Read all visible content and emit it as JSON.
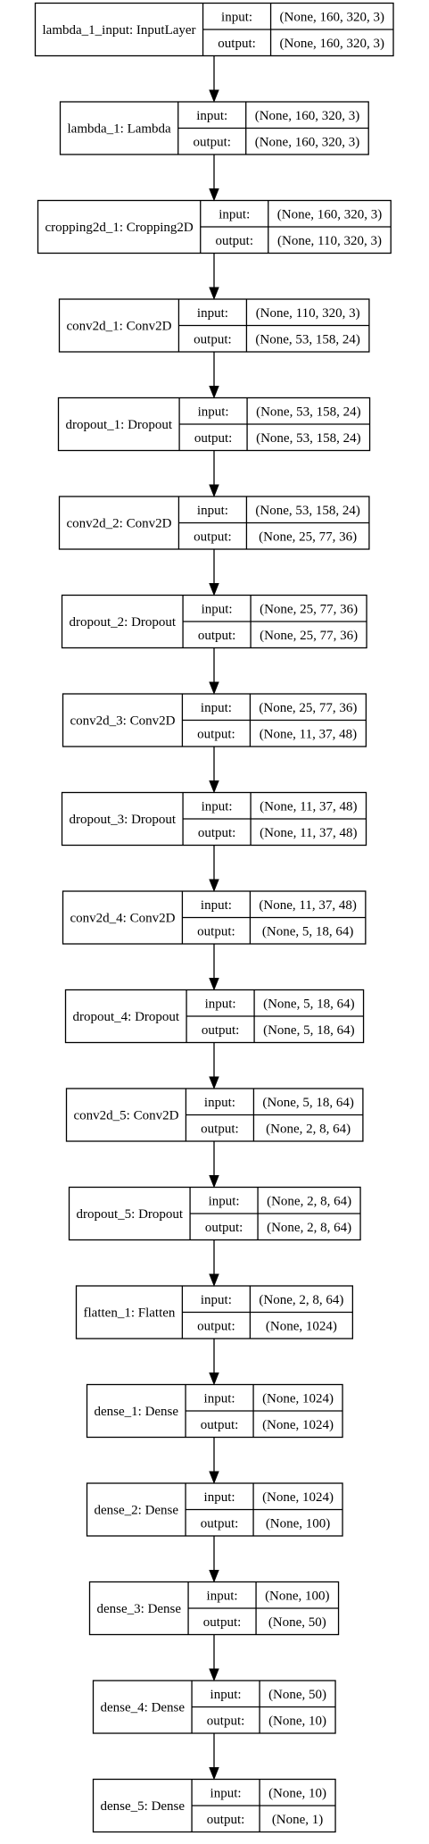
{
  "diagram": {
    "type": "keras-model-graph",
    "layers": [
      {
        "name": "lambda_1_input: InputLayer",
        "input_label": "input:",
        "output_label": "output:",
        "input": "(None, 160, 320, 3)",
        "output": "(None, 160, 320, 3)"
      },
      {
        "name": "lambda_1: Lambda",
        "input_label": "input:",
        "output_label": "output:",
        "input": "(None, 160, 320, 3)",
        "output": "(None, 160, 320, 3)"
      },
      {
        "name": "cropping2d_1: Cropping2D",
        "input_label": "input:",
        "output_label": "output:",
        "input": "(None, 160, 320, 3)",
        "output": "(None, 110, 320, 3)"
      },
      {
        "name": "conv2d_1: Conv2D",
        "input_label": "input:",
        "output_label": "output:",
        "input": "(None, 110, 320, 3)",
        "output": "(None, 53, 158, 24)"
      },
      {
        "name": "dropout_1: Dropout",
        "input_label": "input:",
        "output_label": "output:",
        "input": "(None, 53, 158, 24)",
        "output": "(None, 53, 158, 24)"
      },
      {
        "name": "conv2d_2: Conv2D",
        "input_label": "input:",
        "output_label": "output:",
        "input": "(None, 53, 158, 24)",
        "output": "(None, 25, 77, 36)"
      },
      {
        "name": "dropout_2: Dropout",
        "input_label": "input:",
        "output_label": "output:",
        "input": "(None, 25, 77, 36)",
        "output": "(None, 25, 77, 36)"
      },
      {
        "name": "conv2d_3: Conv2D",
        "input_label": "input:",
        "output_label": "output:",
        "input": "(None, 25, 77, 36)",
        "output": "(None, 11, 37, 48)"
      },
      {
        "name": "dropout_3: Dropout",
        "input_label": "input:",
        "output_label": "output:",
        "input": "(None, 11, 37, 48)",
        "output": "(None, 11, 37, 48)"
      },
      {
        "name": "conv2d_4: Conv2D",
        "input_label": "input:",
        "output_label": "output:",
        "input": "(None, 11, 37, 48)",
        "output": "(None, 5, 18, 64)"
      },
      {
        "name": "dropout_4: Dropout",
        "input_label": "input:",
        "output_label": "output:",
        "input": "(None, 5, 18, 64)",
        "output": "(None, 5, 18, 64)"
      },
      {
        "name": "conv2d_5: Conv2D",
        "input_label": "input:",
        "output_label": "output:",
        "input": "(None, 5, 18, 64)",
        "output": "(None, 2, 8, 64)"
      },
      {
        "name": "dropout_5: Dropout",
        "input_label": "input:",
        "output_label": "output:",
        "input": "(None, 2, 8, 64)",
        "output": "(None, 2, 8, 64)"
      },
      {
        "name": "flatten_1: Flatten",
        "input_label": "input:",
        "output_label": "output:",
        "input": "(None, 2, 8, 64)",
        "output": "(None, 1024)"
      },
      {
        "name": "dense_1: Dense",
        "input_label": "input:",
        "output_label": "output:",
        "input": "(None, 1024)",
        "output": "(None, 1024)"
      },
      {
        "name": "dense_2: Dense",
        "input_label": "input:",
        "output_label": "output:",
        "input": "(None, 1024)",
        "output": "(None, 100)"
      },
      {
        "name": "dense_3: Dense",
        "input_label": "input:",
        "output_label": "output:",
        "input": "(None, 100)",
        "output": "(None, 50)"
      },
      {
        "name": "dense_4: Dense",
        "input_label": "input:",
        "output_label": "output:",
        "input": "(None, 50)",
        "output": "(None, 10)"
      },
      {
        "name": "dense_5: Dense",
        "input_label": "input:",
        "output_label": "output:",
        "input": "(None, 10)",
        "output": "(None, 1)"
      }
    ]
  }
}
